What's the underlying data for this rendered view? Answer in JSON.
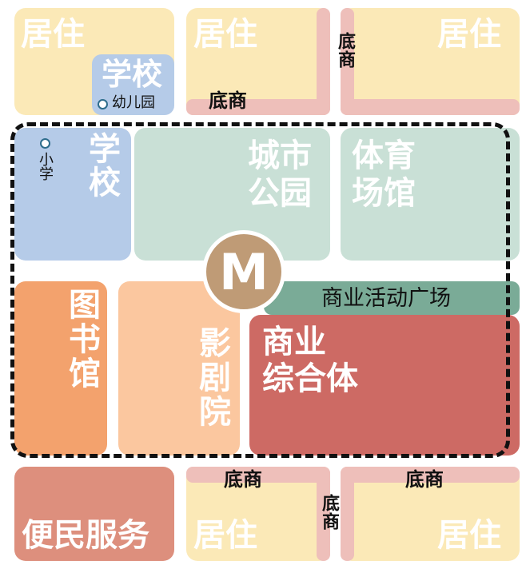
{
  "residential": "居住",
  "school_top": "学校",
  "kindergarten": "幼儿园",
  "shop_label": "底商",
  "school_left": "学校",
  "primary_school": "小学",
  "city_park": [
    "城市",
    "公园"
  ],
  "stadium": [
    "体育",
    "场馆"
  ],
  "library": "图书馆",
  "theater": "影剧院",
  "commercial_plaza": "商业活动广场",
  "commercial_complex": [
    "商业",
    "综合体"
  ],
  "convenience": "便民服务",
  "metro_symbol": "M",
  "colors": {
    "residential": "#fbe9b7",
    "shop_strip": "#eebfba",
    "school": "#b5cbe8",
    "park": "#c9e0d6",
    "library": "#f3a26d",
    "theater": "#fbc79f",
    "commercial_complex": "#cd6a64",
    "commercial_plaza": "#7aab97",
    "convenience": "#dd8f7d",
    "metro": "#bf9b76"
  }
}
